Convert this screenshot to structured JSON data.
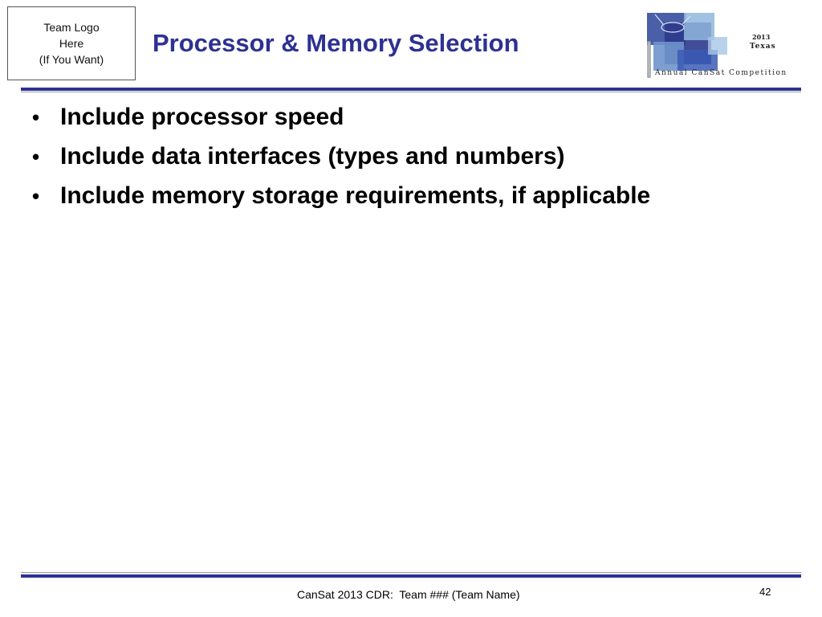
{
  "slide": {
    "title": "Processor & Memory Selection",
    "team_logo_placeholder": [
      "Team Logo",
      "Here",
      "(If You Want)"
    ],
    "bullets": [
      "Include processor speed",
      "Include data interfaces (types and numbers)",
      "Include memory storage requirements, if applicable"
    ],
    "footer": "CanSat 2013 CDR:  Team ### (Team Name)",
    "page_number": "42"
  },
  "cansat_logo": {
    "year": "2013",
    "state": "Texas",
    "competition": "Annual CanSat Competition"
  },
  "colors": {
    "title": "#2e3192",
    "rule": "#2e3192",
    "logo_blue_dark": "#2c3a8c",
    "logo_blue_light": "#8fb6dc"
  }
}
